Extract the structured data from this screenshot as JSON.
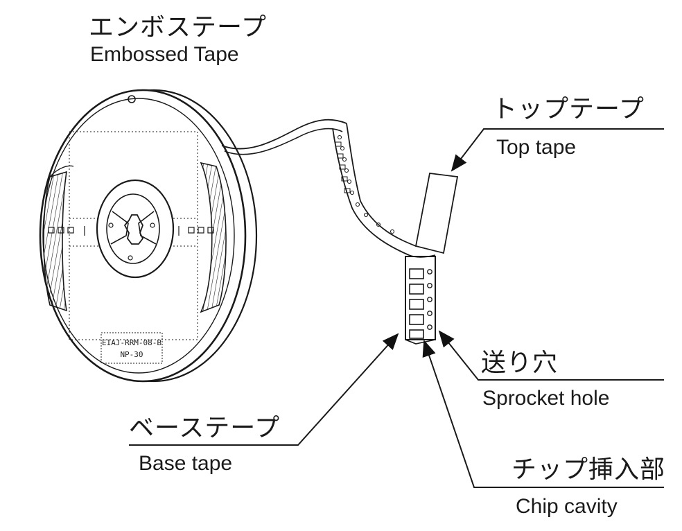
{
  "title": {
    "jp": "エンボステープ",
    "en": "Embossed Tape"
  },
  "reel": {
    "stamp_line1": "EIAJ-RRM-08-B",
    "stamp_line2": "NP-30"
  },
  "callouts": [
    {
      "id": "top-tape",
      "jp": "トップテープ",
      "en": "Top tape"
    },
    {
      "id": "sprocket-hole",
      "jp": "送り穴",
      "en": "Sprocket hole"
    },
    {
      "id": "base-tape",
      "jp": "ベーステープ",
      "en": "Base tape"
    },
    {
      "id": "chip-cavity",
      "jp": "チップ挿入部",
      "en": "Chip cavity"
    }
  ]
}
